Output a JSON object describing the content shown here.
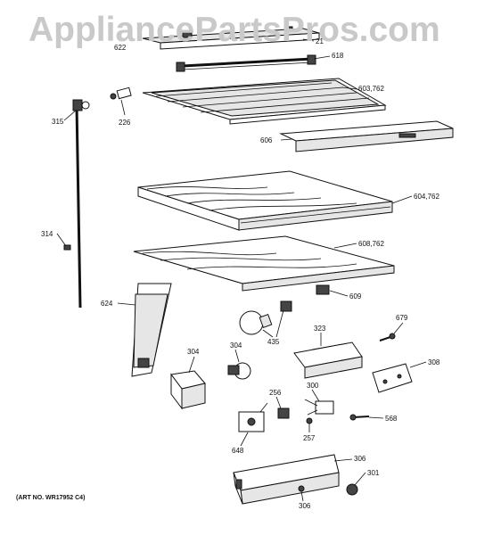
{
  "watermark": "AppliancePartsPros.com",
  "art_number": "(ART NO. WR17952 C4)",
  "callouts": [
    {
      "id": "c-622",
      "text": "622"
    },
    {
      "id": "c-21",
      "text": "21"
    },
    {
      "id": "c-618",
      "text": "618"
    },
    {
      "id": "c-603",
      "text": "603,762"
    },
    {
      "id": "c-315",
      "text": "315"
    },
    {
      "id": "c-226",
      "text": "226"
    },
    {
      "id": "c-606",
      "text": "606"
    },
    {
      "id": "c-604",
      "text": "604,762"
    },
    {
      "id": "c-314",
      "text": "314"
    },
    {
      "id": "c-608",
      "text": "608,762"
    },
    {
      "id": "c-609",
      "text": "609"
    },
    {
      "id": "c-624",
      "text": "624"
    },
    {
      "id": "c-679",
      "text": "679"
    },
    {
      "id": "c-323",
      "text": "323"
    },
    {
      "id": "c-435",
      "text": "435"
    },
    {
      "id": "c-304a",
      "text": "304"
    },
    {
      "id": "c-304b",
      "text": "304"
    },
    {
      "id": "c-308",
      "text": "308"
    },
    {
      "id": "c-300",
      "text": "300"
    },
    {
      "id": "c-256",
      "text": "256"
    },
    {
      "id": "c-568",
      "text": "568"
    },
    {
      "id": "c-257",
      "text": "257"
    },
    {
      "id": "c-648",
      "text": "648"
    },
    {
      "id": "c-306a",
      "text": "306"
    },
    {
      "id": "c-301",
      "text": "301"
    },
    {
      "id": "c-306b",
      "text": "306"
    }
  ]
}
